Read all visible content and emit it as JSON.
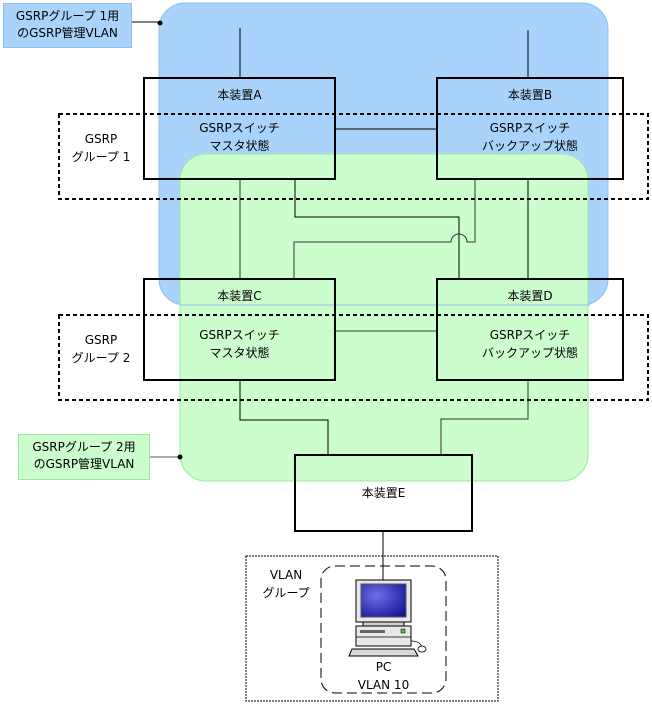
{
  "colors": {
    "vlan1_fill": "#a9d3fb",
    "vlan1_stroke": "#8cc0f0",
    "vlan2_fill": "#ccfdcc",
    "vlan2_stroke": "#9ee89e",
    "line": "#000000"
  },
  "vlan1_callout": {
    "line1": "GSRPグループ 1用",
    "line2": "のGSRP管理VLAN"
  },
  "vlan2_callout": {
    "line1": "GSRPグループ 2用",
    "line2": "のGSRP管理VLAN"
  },
  "gsrp_group1": {
    "line1": "GSRP",
    "line2": "グループ 1"
  },
  "gsrp_group2": {
    "line1": "GSRP",
    "line2": "グループ 2"
  },
  "devices": {
    "A": {
      "name": "本装置A",
      "line1": "GSRPスイッチ",
      "line2": "マスタ状態"
    },
    "B": {
      "name": "本装置B",
      "line1": "GSRPスイッチ",
      "line2": "バックアップ状態"
    },
    "C": {
      "name": "本装置C",
      "line1": "GSRPスイッチ",
      "line2": "マスタ状態"
    },
    "D": {
      "name": "本装置D",
      "line1": "GSRPスイッチ",
      "line2": "バックアップ状態"
    },
    "E": {
      "name": "本装置E"
    }
  },
  "vlan_group": {
    "line1": "VLAN",
    "line2": "グループ"
  },
  "pc": {
    "name": "PC",
    "vlan": "VLAN 10"
  }
}
